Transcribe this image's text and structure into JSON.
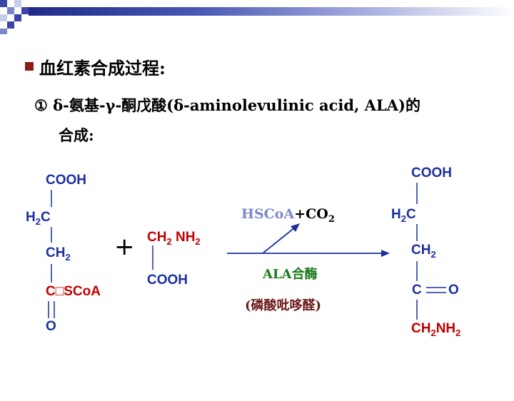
{
  "slide": {
    "heading": "血红素合成过程:",
    "step_line1": "① δ-氨基-γ-酮戊酸(δ-aminolevulinic acid, ALA)的",
    "step_line2": "合成:"
  },
  "reactant1": {
    "cooh": "COOH",
    "h2c_h": "H",
    "h2c_sub": "2",
    "h2c_c": "C",
    "ch2_ch": "CH",
    "ch2_sub": "2",
    "cscoa": "C□SCoA",
    "o": "O"
  },
  "plus_sign": "+",
  "reactant2": {
    "ch2nh2": "CH",
    "ch2nh2_sub": "2",
    "ch2nh2_nh": " NH",
    "ch2nh2_sub2": "2",
    "cooh": "COOH"
  },
  "arrow": {
    "side_product_hscoa": "HSCoA",
    "side_product_plus": "+",
    "side_product_co": "CO",
    "side_product_sub": "2",
    "enzyme": "ALA合酶",
    "cofactor": "(磷酸吡哆醛)"
  },
  "product": {
    "cooh": "COOH",
    "h2c_h": "H",
    "h2c_sub": "2",
    "h2c_c": "C",
    "ch2_ch": "CH",
    "ch2_sub": "2",
    "c": "C",
    "o": "O",
    "ch2nh2_ch": "CH",
    "ch2nh2_sub": "2",
    "ch2nh2_nh": "NH",
    "ch2nh2_sub2": "2"
  },
  "colors": {
    "blue": "#1b2fa0",
    "red": "#c00000",
    "green": "#1a7a1a",
    "bullet": "#8b1a1a"
  }
}
